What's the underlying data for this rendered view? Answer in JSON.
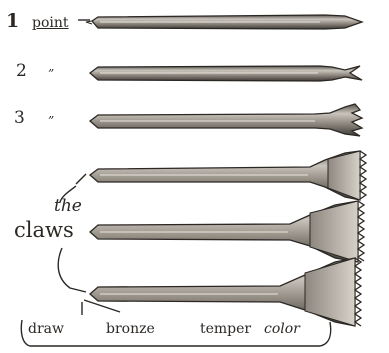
{
  "labels": {
    "row1_number": "1",
    "row1_word": "point",
    "row2_number": "2",
    "row2_ditto": "”",
    "row3_number": "3",
    "row3_ditto": "”",
    "claws_article": "the",
    "claws_word": "claws"
  },
  "caption": {
    "word1": "draw",
    "word2": "bronze",
    "word3": "temper",
    "word4": "color"
  },
  "tools": [
    {
      "name": "point chisel"
    },
    {
      "name": "two-prong claw"
    },
    {
      "name": "three-prong claw"
    },
    {
      "name": "narrow claw"
    },
    {
      "name": "medium claw"
    },
    {
      "name": "wide claw"
    }
  ],
  "colors": {
    "ink": "#2b2723",
    "shaft": "#a9a39b",
    "paper": "#ffffff"
  }
}
